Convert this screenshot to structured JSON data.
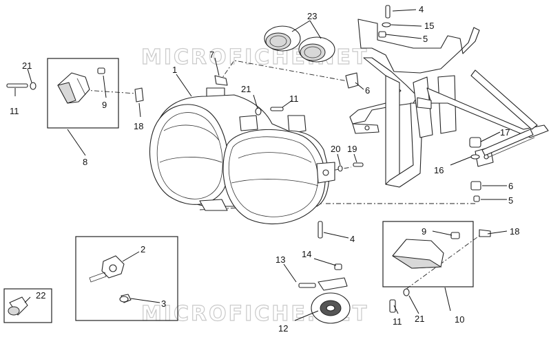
{
  "watermark": "MICROFICHE.NET",
  "callouts": [
    {
      "id": "c1",
      "label": "1"
    },
    {
      "id": "c2",
      "label": "2"
    },
    {
      "id": "c3",
      "label": "3"
    },
    {
      "id": "c4a",
      "label": "4"
    },
    {
      "id": "c4b",
      "label": "4"
    },
    {
      "id": "c5a",
      "label": "5"
    },
    {
      "id": "c5b",
      "label": "5"
    },
    {
      "id": "c6a",
      "label": "6"
    },
    {
      "id": "c6b",
      "label": "6"
    },
    {
      "id": "c7",
      "label": "7"
    },
    {
      "id": "c8",
      "label": "8"
    },
    {
      "id": "c9a",
      "label": "9"
    },
    {
      "id": "c9b",
      "label": "9"
    },
    {
      "id": "c10",
      "label": "10"
    },
    {
      "id": "c11a",
      "label": "11"
    },
    {
      "id": "c11b",
      "label": "11"
    },
    {
      "id": "c11c",
      "label": "11"
    },
    {
      "id": "c12",
      "label": "12"
    },
    {
      "id": "c13",
      "label": "13"
    },
    {
      "id": "c14",
      "label": "14"
    },
    {
      "id": "c15",
      "label": "15"
    },
    {
      "id": "c16",
      "label": "16"
    },
    {
      "id": "c17",
      "label": "17"
    },
    {
      "id": "c18a",
      "label": "18"
    },
    {
      "id": "c18b",
      "label": "18"
    },
    {
      "id": "c19",
      "label": "19"
    },
    {
      "id": "c20",
      "label": "20"
    },
    {
      "id": "c21a",
      "label": "21"
    },
    {
      "id": "c21b",
      "label": "21"
    },
    {
      "id": "c21c",
      "label": "21"
    },
    {
      "id": "c22",
      "label": "22"
    },
    {
      "id": "c23",
      "label": "23"
    }
  ]
}
